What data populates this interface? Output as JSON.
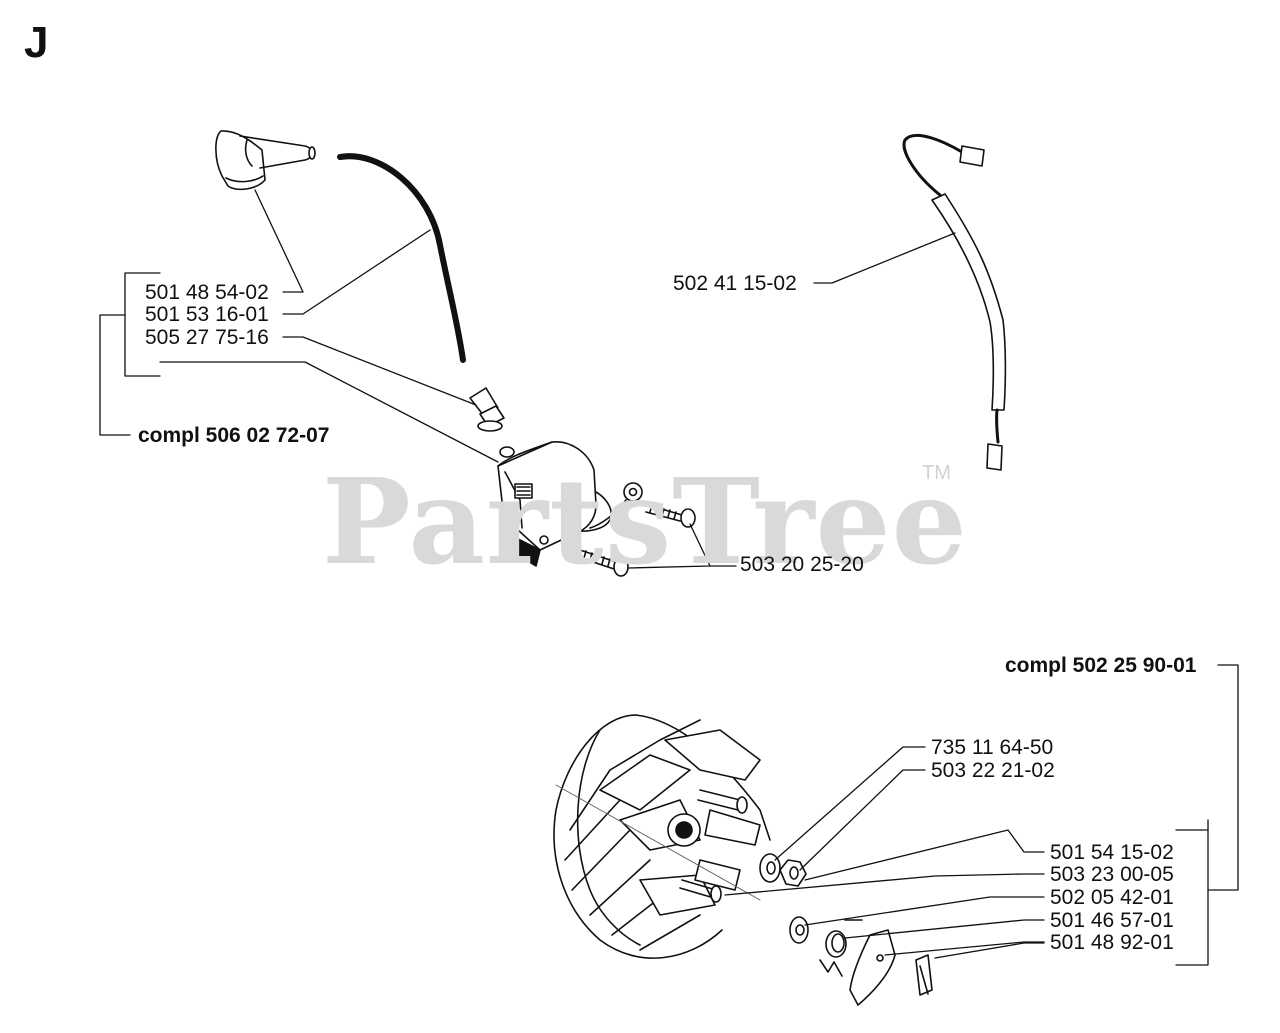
{
  "section_letter": "J",
  "watermark": {
    "text": "PartsTree",
    "trademark": "TM"
  },
  "labels": {
    "p_501_48_54_02": "501 48 54-02",
    "p_501_53_16_01": "501 53 16-01",
    "p_505_27_75_16": "505 27 75-16",
    "compl_506_02_72_07": "compl 506 02 72-07",
    "p_502_41_15_02": "502 41 15-02",
    "p_503_20_25_20": "503 20 25-20",
    "compl_502_25_90_01": "compl 502 25 90-01",
    "p_735_11_64_50": "735 11 64-50",
    "p_503_22_21_02": "503 22 21-02",
    "p_501_54_15_02": "501 54 15-02",
    "p_503_23_00_05": "503 23 00-05",
    "p_502_05_42_01": "502 05 42-01",
    "p_501_46_57_01": "501 46 57-01",
    "p_501_48_92_01": "501 48 92-01"
  }
}
